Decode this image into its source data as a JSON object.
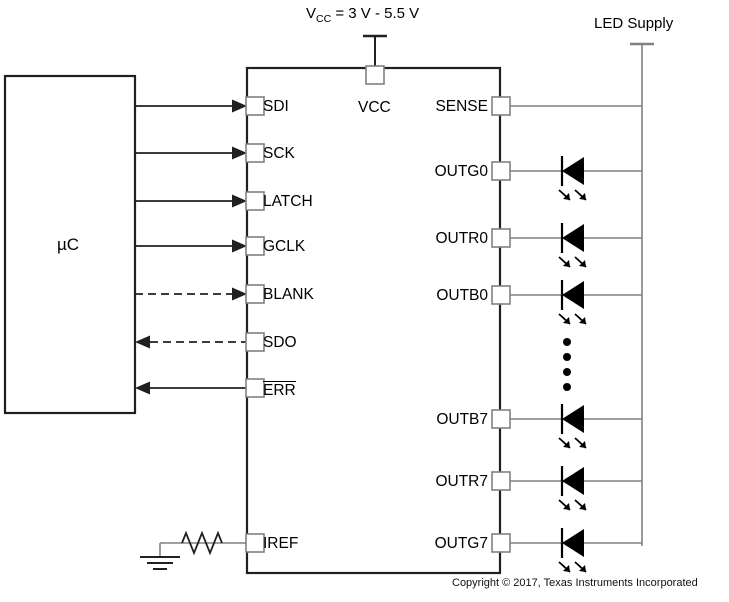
{
  "diagram": {
    "title_supplies": {
      "vcc_label_main": "V",
      "vcc_label_sub": "CC",
      "vcc_label_rest": " = 3 V - 5.5 V",
      "led_supply_label": "LED Supply"
    },
    "micro": {
      "label": "µC"
    },
    "driver_pins_left": [
      {
        "name": "SDI",
        "signal_dir": "in",
        "line_style": "solid",
        "arrow": "right"
      },
      {
        "name": "SCK",
        "signal_dir": "in",
        "line_style": "solid",
        "arrow": "right"
      },
      {
        "name": "LATCH",
        "signal_dir": "in",
        "line_style": "solid",
        "arrow": "right"
      },
      {
        "name": "GCLK",
        "signal_dir": "in",
        "line_style": "solid",
        "arrow": "right"
      },
      {
        "name": "BLANK",
        "signal_dir": "in",
        "line_style": "dashed",
        "arrow": "right"
      },
      {
        "name": "SDO",
        "signal_dir": "out",
        "line_style": "dashed",
        "arrow": "left"
      },
      {
        "name": "ERR",
        "signal_dir": "out",
        "line_style": "solid",
        "arrow": "left",
        "overline": true
      },
      {
        "name": "IREF",
        "signal_dir": "ref",
        "line_style": "solid",
        "arrow": "none"
      }
    ],
    "driver_pins_top": [
      {
        "name": "VCC"
      }
    ],
    "driver_pins_right": [
      {
        "name": "SENSE",
        "has_led": false
      },
      {
        "name": "OUTG0",
        "has_led": true
      },
      {
        "name": "OUTR0",
        "has_led": true
      },
      {
        "name": "OUTB0",
        "has_led": true
      },
      {
        "name": "OUTB7",
        "has_led": true
      },
      {
        "name": "OUTR7",
        "has_led": true
      },
      {
        "name": "OUTG7",
        "has_led": true
      }
    ],
    "ellipsis_dots": 4,
    "passives": {
      "iref_resistor": "resistor-zigzag",
      "ground": "ground-symbol"
    },
    "copyright": "Copyright © 2017, Texas Instruments Incorporated",
    "colors": {
      "line_dark": "#231f20",
      "line_gray": "#808080",
      "pin_box_stroke": "#808080",
      "text": "#000000",
      "background": "#ffffff"
    }
  }
}
